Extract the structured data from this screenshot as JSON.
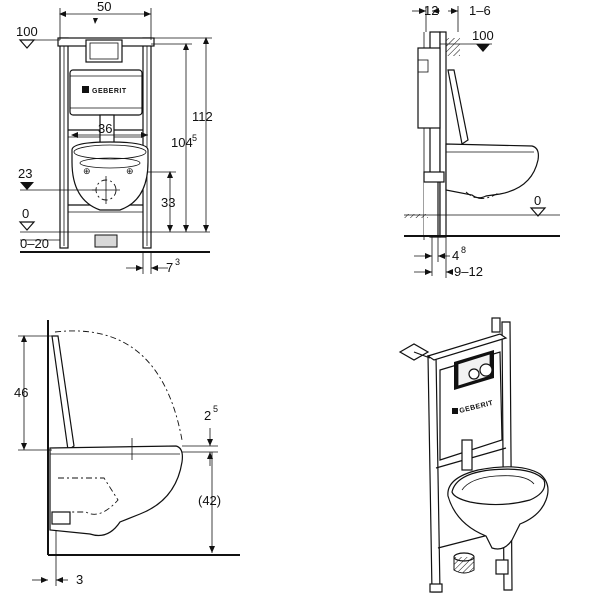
{
  "front_view": {
    "dim_width": "50",
    "dim_bowl_width": "36",
    "dim_total_height": "112",
    "dim_plate_height": "104",
    "dim_plate_height_sup": "5",
    "dim_waste_height": "33",
    "dim_offset": "7",
    "dim_offset_sup": "3",
    "level_top": "100",
    "level_mid": "23",
    "level_floor": "0",
    "level_range": "0–20",
    "logo_text": "GEBERIT"
  },
  "side_view": {
    "dim_depth": "12",
    "dim_gap": "1–6",
    "level_top": "100",
    "level_floor": "0",
    "dim_offset": "4",
    "dim_offset_sup": "8",
    "dim_range": "9–12"
  },
  "profile_view": {
    "dim_lid_height": "46",
    "dim_seat": "2",
    "dim_seat_sup": "5",
    "dim_seat_height": "(42)",
    "dim_gap": "3"
  },
  "perspective_view": {
    "logo_text": "GEBERIT"
  }
}
